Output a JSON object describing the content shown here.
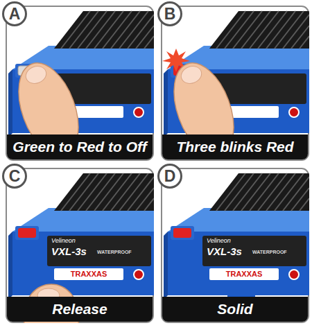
{
  "diagram": {
    "nodes": [
      {
        "text": [
          "A"
        ]
      },
      {
        "text": [
          "Green to Red to Off"
        ]
      },
      {
        "text": [
          "B"
        ]
      },
      {
        "text": [
          "Three blinks Red"
        ]
      },
      {
        "text": [
          "C"
        ]
      },
      {
        "text": [
          "Release"
        ]
      },
      {
        "text": [
          "D"
        ]
      },
      {
        "text": [
          "Solid"
        ]
      }
    ],
    "labels": [
      "Velineon",
      "VXL-3s",
      "WATERPROOF",
      "TRAXXAS",
      "Velineon",
      "VXL-3s",
      "WATERPROOF",
      "TRAXXAS"
    ]
  }
}
